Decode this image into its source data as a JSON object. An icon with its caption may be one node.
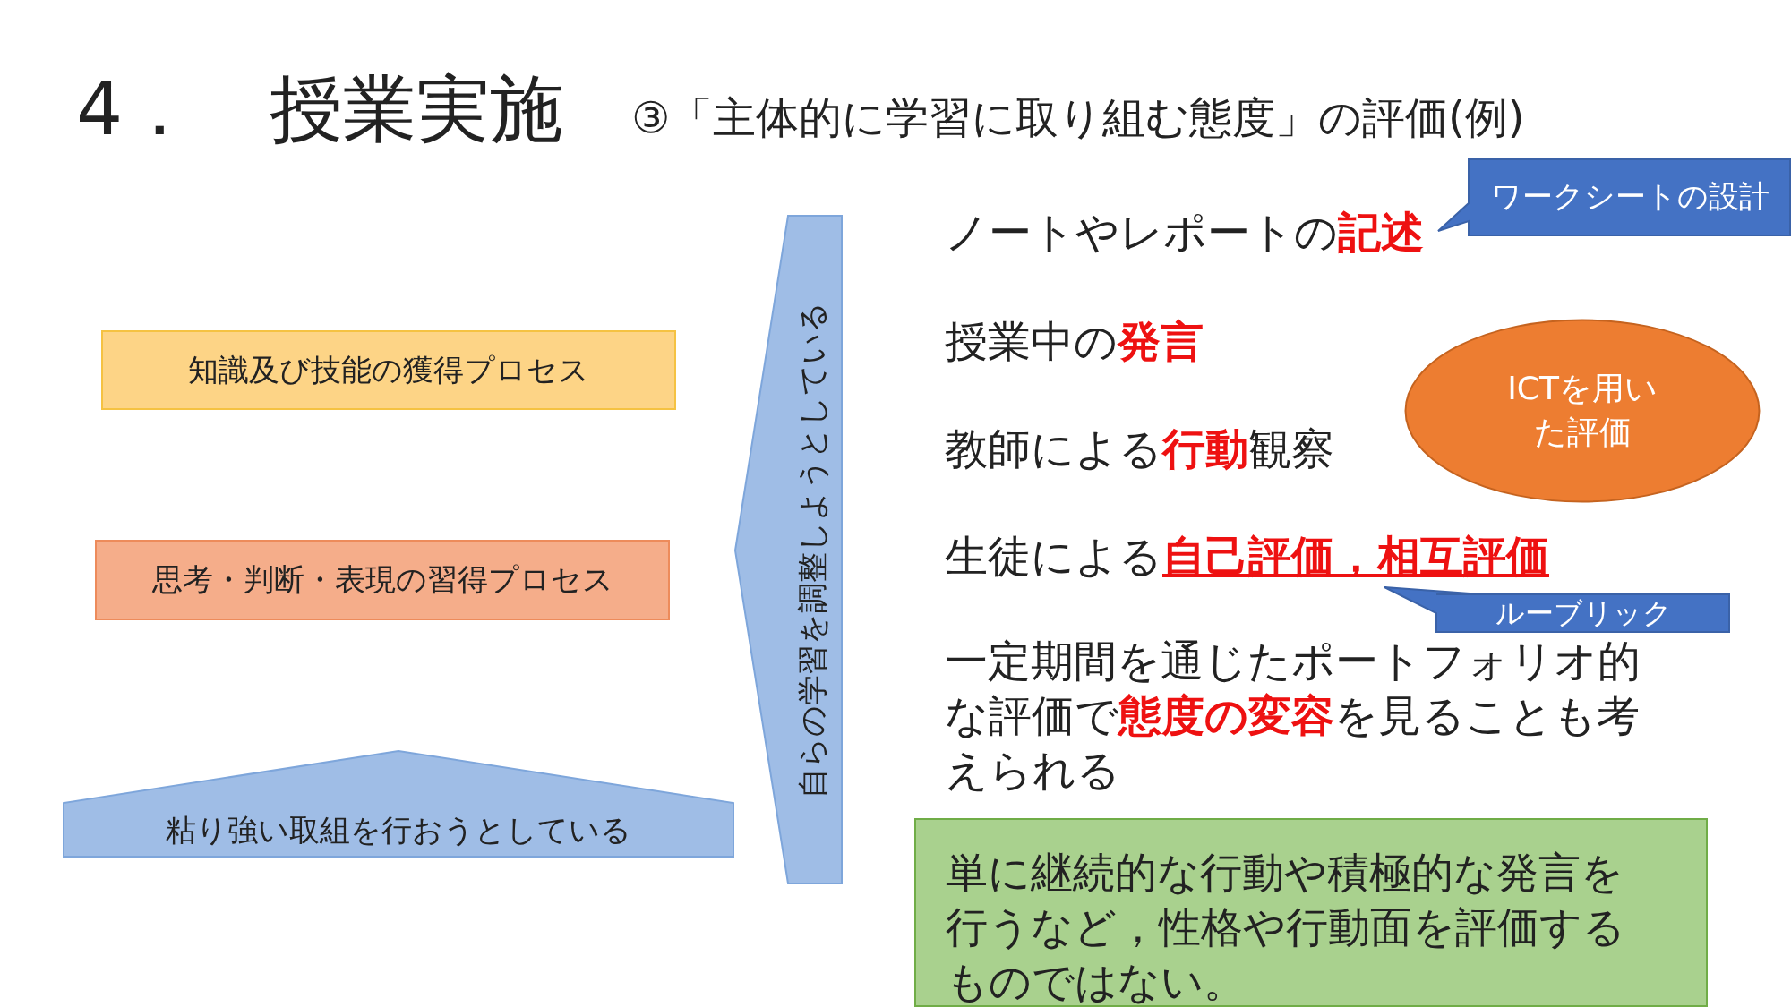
{
  "diagram": {
    "title": "4．　授業実施",
    "nodes": [
      {
        "text": [
          "知識及び技能の獲得プロセス"
        ]
      },
      {
        "text": [
          "思考・判断・表現の習得プロセス"
        ]
      },
      {
        "text": [
          "粘り強い取組を行おうとしている"
        ]
      },
      {
        "text": [
          "自らの学習を調整しようとしている"
        ]
      },
      {
        "text": [
          "ワークシートの設計"
        ]
      },
      {
        "text": [
          "ICTを用いた評価"
        ]
      },
      {
        "text": [
          "ルーブリック"
        ]
      },
      {
        "text": [
          "単に継続的な行動や積極的な発言を行うなど，性格や行動面を評価するものではない。"
        ]
      }
    ],
    "labels": [
      "③「主体的に学習に取り組む態度」の評価(例)",
      "ノートやレポートの**記述**",
      "授業中の**発言**",
      "教師による**行動**観察",
      "生徒による**自己評価，相互評価**",
      "一定期間を通じたポートフォリオ的な評価で**態度の変容**を見ることも考えられる"
    ]
  }
}
